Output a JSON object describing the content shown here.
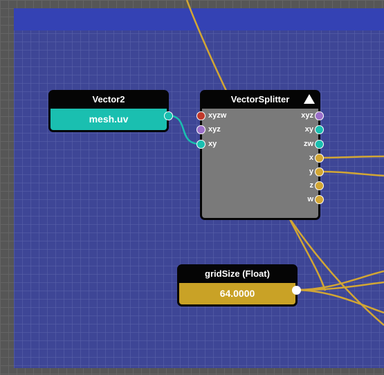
{
  "nodes": {
    "vector2": {
      "title": "Vector2",
      "value": "mesh.uv",
      "color": "#1abfb0"
    },
    "vector_splitter": {
      "title": "VectorSplitter",
      "inputs": [
        "xyzw",
        "xyz",
        "xy"
      ],
      "outputs": [
        "xyz",
        "xy",
        "zw",
        "x",
        "y",
        "z",
        "w"
      ],
      "body_color": "#7a7a7a"
    },
    "grid_size": {
      "title": "gridSize (Float)",
      "value": "64.0000",
      "color": "#c9a226"
    }
  },
  "colors": {
    "canvas": "#565656",
    "frame": "#3e4696",
    "frame_header": "#3442b4",
    "wire_float": "#d2a634",
    "wire_vec2": "#1abfb0",
    "port_vec4": "#c0392b",
    "port_vec3": "#9b6fc9",
    "port_vec2": "#1abfb0",
    "port_float": "#d2a634"
  }
}
